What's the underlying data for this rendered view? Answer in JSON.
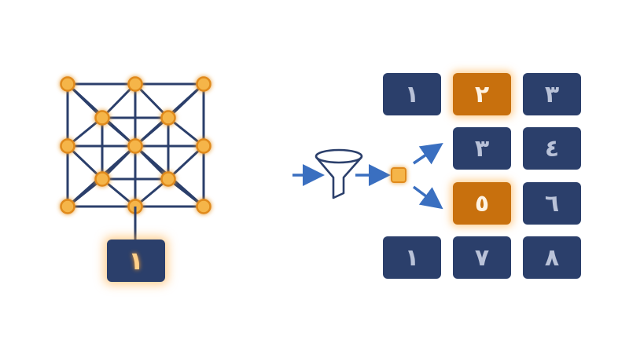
{
  "colors": {
    "network_line": "#2b3f6b",
    "node_fill": "#f5b548",
    "node_stroke": "#e08a1a",
    "glow": "#ffb347",
    "tile_bg": "#2b3f6b",
    "tile_highlight_bg": "#c8700d",
    "arrow": "#3a6fc0",
    "funnel_stroke": "#2b3f6b"
  },
  "icons": {
    "filter": "funnel-icon",
    "selector": "small-square-node-icon"
  },
  "output_tile": {
    "label": "١"
  },
  "grid_tiles": [
    {
      "label": "١",
      "highlight": false
    },
    {
      "label": "٢",
      "highlight": true
    },
    {
      "label": "٣",
      "highlight": false
    },
    {
      "label": "٣",
      "highlight": false
    },
    {
      "label": "٤",
      "highlight": false
    },
    {
      "label": "٥",
      "highlight": true
    },
    {
      "label": "٦",
      "highlight": false
    },
    {
      "label": "١",
      "highlight": false
    },
    {
      "label": "٧",
      "highlight": false
    },
    {
      "label": "٨",
      "highlight": false
    }
  ]
}
